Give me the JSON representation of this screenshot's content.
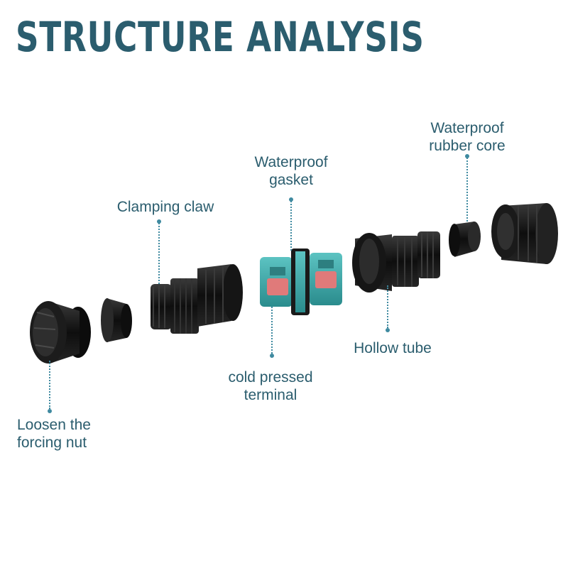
{
  "title": "STRUCTURE ANALYSIS",
  "labels": {
    "clamping_claw": "Clamping claw",
    "waterproof_gasket": [
      "Waterproof",
      "gasket"
    ],
    "waterproof_rubber_core": [
      "Waterproof",
      "rubber core"
    ],
    "hollow_tube": "Hollow tube",
    "cold_pressed_terminal": [
      "cold pressed",
      "terminal"
    ],
    "loosen_forcing_nut": [
      "Loosen the",
      "forcing nut"
    ]
  },
  "colors": {
    "label": "#2b5d6e",
    "leader": "#3f8aa0",
    "part_black": "#1a1a1a",
    "terminal_teal": "#3aa7a8",
    "terminal_pink": "#e07a7a"
  }
}
